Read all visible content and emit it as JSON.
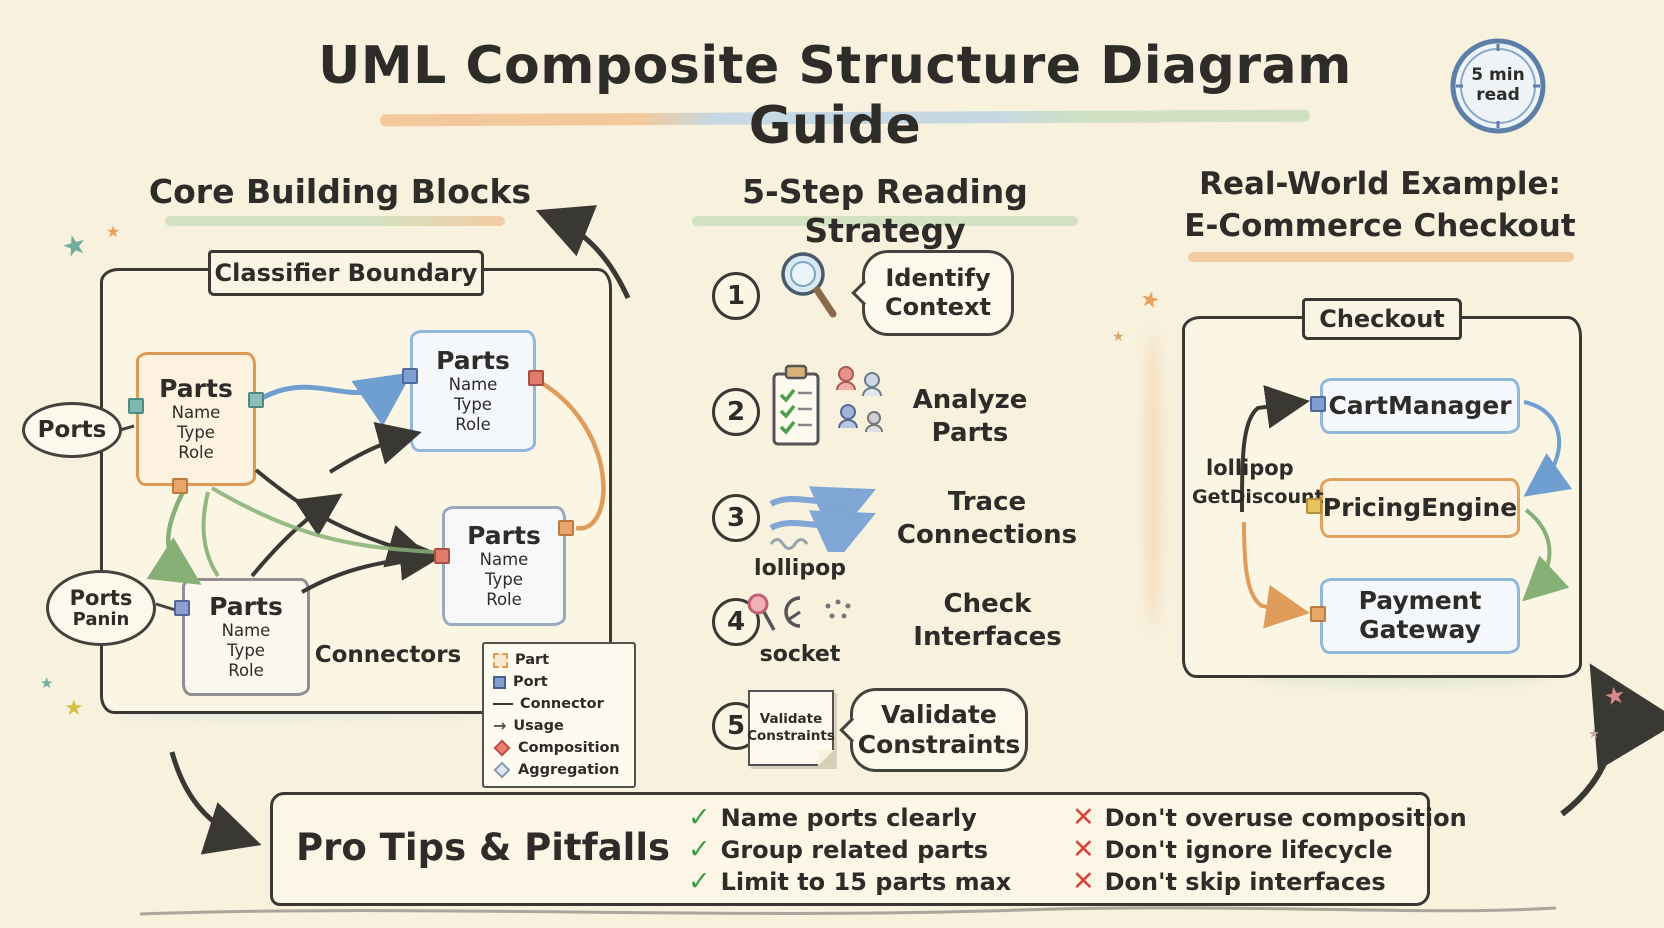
{
  "title": "UML Composite Structure Diagram Guide",
  "badge": {
    "line1": "5 min",
    "line2": "read"
  },
  "core": {
    "heading": "Core Building Blocks",
    "boundary_label": "Classifier Boundary",
    "parts": [
      {
        "title": "Parts",
        "lines": [
          "Name",
          "Type",
          "Role"
        ]
      },
      {
        "title": "Parts",
        "lines": [
          "Name",
          "Type",
          "Role"
        ]
      },
      {
        "title": "Parts",
        "lines": [
          "Name",
          "Type",
          "Role"
        ]
      },
      {
        "title": "Parts",
        "lines": [
          "Name",
          "Type",
          "Role"
        ]
      }
    ],
    "ports_bubble": "Ports",
    "ports_bubble2": {
      "line1": "Ports",
      "line2": "Panin"
    },
    "connectors_label": "Connectors",
    "legend": {
      "items": [
        {
          "icon": "part-swatch",
          "label": "Part"
        },
        {
          "icon": "port-swatch",
          "label": "Port"
        },
        {
          "icon": "connector-line",
          "label": "Connector"
        },
        {
          "icon": "usage-arrow",
          "label": "Usage"
        },
        {
          "icon": "composition-diamond",
          "label": "Composition"
        },
        {
          "icon": "aggregation-diamond",
          "label": "Aggregation"
        }
      ]
    }
  },
  "strategy": {
    "heading": "5-Step Reading Strategy",
    "steps": [
      {
        "num": "1",
        "label": "Identify Context"
      },
      {
        "num": "2",
        "label": "Analyze Parts"
      },
      {
        "num": "3",
        "label": "Trace Connections"
      },
      {
        "num": "4",
        "label": "Check Interfaces",
        "top_label": "lollipop",
        "bottom_label": "socket"
      },
      {
        "num": "5",
        "label": "Validate Constraints",
        "note_line1": "Validate",
        "note_line2": "Constraints"
      }
    ]
  },
  "example": {
    "heading_line1": "Real-World Example:",
    "heading_line2": "E-Commerce Checkout",
    "boundary_label": "Checkout",
    "boxes": [
      {
        "label": "CartManager"
      },
      {
        "label": "PricingEngine"
      },
      {
        "label": "Payment Gateway"
      }
    ],
    "interface_label_line1": "lollipop",
    "interface_label_line2": "GetDiscount"
  },
  "tips": {
    "heading": "Pro Tips & Pitfalls",
    "check_mark": "✓",
    "x_mark": "✕",
    "dos": [
      "Name ports clearly",
      "Group related parts",
      "Limit to 15 parts max"
    ],
    "donts": [
      "Don't overuse composition",
      "Don't ignore lifecycle",
      "Don't skip interfaces"
    ]
  },
  "colors": {
    "background": "#f8f1de",
    "ink": "#2e2c28",
    "orange_accent": "#e8a668",
    "blue_accent": "#8fb6da",
    "green_accent": "#9ec98f",
    "red_accent": "#e07a6a",
    "check_green": "#3f9c44",
    "x_red": "#d6453c"
  }
}
